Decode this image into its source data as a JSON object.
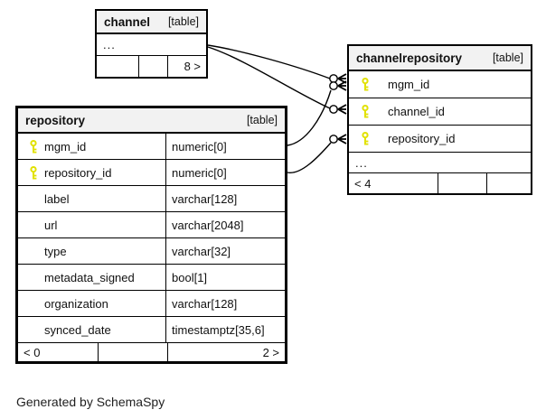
{
  "footer_note": "Generated by SchemaSpy",
  "colors": {
    "header_bg": "#f2f2f2",
    "border": "#000000",
    "key_icon": "#e1e100",
    "background": "#ffffff"
  },
  "tables": {
    "channel": {
      "name": "channel",
      "tag": "[table]",
      "ellipsis": "...",
      "footer": {
        "left": "",
        "mid": "",
        "right": "8 >"
      }
    },
    "channelrepository": {
      "name": "channelrepository",
      "tag": "[table]",
      "rows": [
        {
          "name": "mgm_id",
          "key": true
        },
        {
          "name": "channel_id",
          "key": true
        },
        {
          "name": "repository_id",
          "key": true
        }
      ],
      "ellipsis": "...",
      "footer": {
        "left": "< 4",
        "mid": "",
        "right": ""
      }
    },
    "repository": {
      "name": "repository",
      "tag": "[table]",
      "rows": [
        {
          "name": "mgm_id",
          "type": "numeric[0]",
          "key": true
        },
        {
          "name": "repository_id",
          "type": "numeric[0]",
          "key": true
        },
        {
          "name": "label",
          "type": "varchar[128]",
          "key": false
        },
        {
          "name": "url",
          "type": "varchar[2048]",
          "key": false
        },
        {
          "name": "type",
          "type": "varchar[32]",
          "key": false
        },
        {
          "name": "metadata_signed",
          "type": "bool[1]",
          "key": false
        },
        {
          "name": "organization",
          "type": "varchar[128]",
          "key": false
        },
        {
          "name": "synced_date",
          "type": "timestamptz[35,6]",
          "key": false
        }
      ],
      "footer": {
        "left": "< 0",
        "mid": "",
        "right": "2 >"
      }
    }
  },
  "relationships": [
    {
      "from": "channel",
      "to": "channelrepository.mgm_id",
      "marker": "circle-crow"
    },
    {
      "from": "channel",
      "to": "channelrepository.channel_id",
      "marker": "circle-crow"
    },
    {
      "from": "repository.mgm_id",
      "to": "channelrepository.mgm_id",
      "marker": "circle-crow"
    },
    {
      "from": "repository.repository_id",
      "to": "channelrepository.repository_id",
      "marker": "circle-crow"
    }
  ]
}
